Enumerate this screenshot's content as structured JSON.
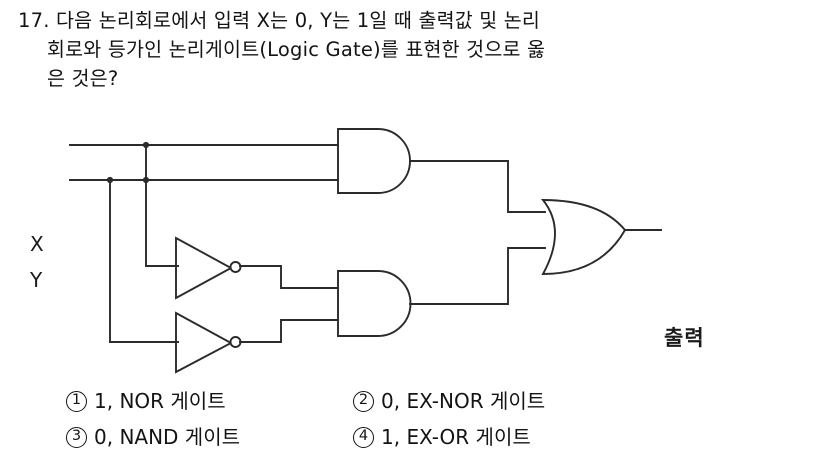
{
  "question": {
    "number": "17.",
    "lines": [
      "17. 다음 논리회로에서 입력 X는 0, Y는 1일 때 출력값 및 논리",
      "회로와 등가인 논리게이트(Logic Gate)를 표현한 것으로 옳",
      "은 것은?"
    ]
  },
  "circuit": {
    "input_x_label": "X",
    "input_y_label": "Y",
    "output_label": "출력",
    "gates": [
      {
        "name": "and-gate-top",
        "type": "AND"
      },
      {
        "name": "and-gate-bottom",
        "type": "AND"
      },
      {
        "name": "or-gate",
        "type": "OR"
      },
      {
        "name": "inverter-top",
        "type": "NOT"
      },
      {
        "name": "inverter-bottom",
        "type": "NOT"
      }
    ],
    "line_color": "#2b2b2b"
  },
  "choices": [
    {
      "marker": "1",
      "text": "1, NOR 게이트"
    },
    {
      "marker": "2",
      "text": "0, EX-NOR 게이트"
    },
    {
      "marker": "3",
      "text": "0, NAND 게이트"
    },
    {
      "marker": "4",
      "text": "1, EX-OR 게이트"
    }
  ]
}
